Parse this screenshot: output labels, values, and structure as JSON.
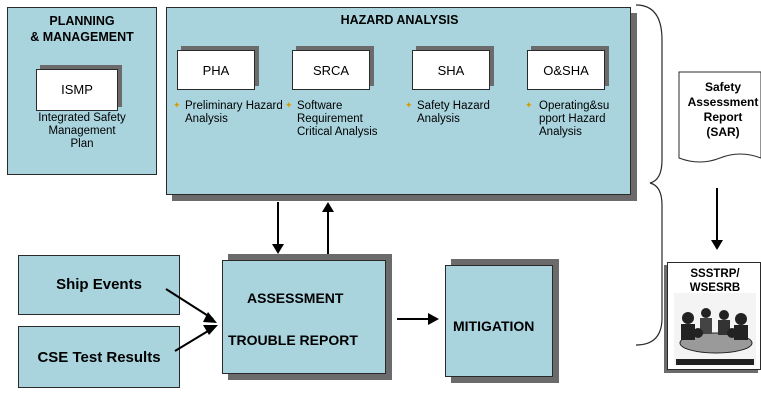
{
  "planning": {
    "title": "PLANNING\n& MANAGEMENT",
    "box_label": "ISMP",
    "desc": "Integrated Safety\nManagement\nPlan"
  },
  "hazard": {
    "title": "HAZARD ANALYSIS",
    "items": [
      {
        "abbr": "PHA",
        "desc": "Preliminary Hazard\nAnalysis"
      },
      {
        "abbr": "SRCA",
        "desc": "Software\nRequirement\nCritical Analysis"
      },
      {
        "abbr": "SHA",
        "desc": "Safety Hazard\nAnalysis"
      },
      {
        "abbr": "O&SHA",
        "desc": "Operating&su\npport Hazard\nAnalysis"
      }
    ]
  },
  "sar": {
    "label": "Safety\nAssessment\nReport\n(SAR)"
  },
  "board": {
    "label": "SSSTRP/\nWSESRB"
  },
  "inputs": {
    "ship_events": "Ship Events",
    "cse_test": "CSE Test Results"
  },
  "assessment": {
    "line1": "ASSESSMENT",
    "line2": "TROUBLE REPORT"
  },
  "mitigation": {
    "label": "MITIGATION"
  }
}
